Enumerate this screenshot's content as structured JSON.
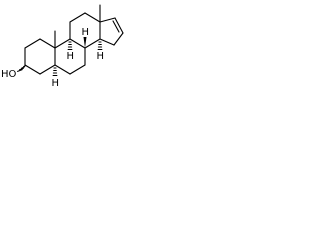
{
  "structure": {
    "hydroxyl_label": "HO",
    "stereo_labels": {
      "h9": "H",
      "h8": "H",
      "h14": "H",
      "h5": "H"
    }
  },
  "colors": {
    "bond": "#000000",
    "background": "#ffffff"
  }
}
